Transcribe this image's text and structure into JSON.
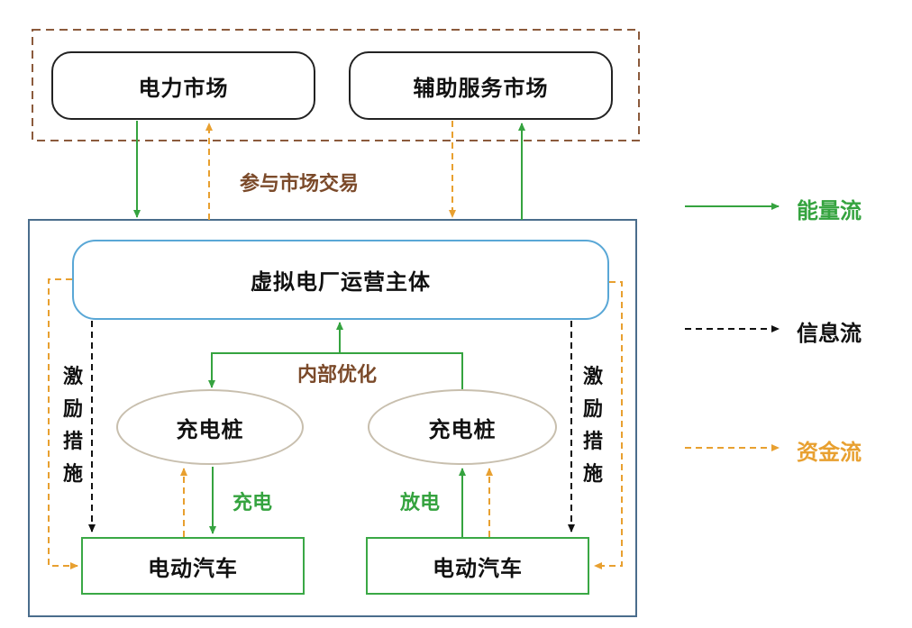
{
  "markets": {
    "power_market": "电力市场",
    "ancillary_market": "辅助服务市场",
    "participate_label": "参与市场交易"
  },
  "vpp": {
    "operator": "虚拟电厂运营主体",
    "internal_optimization": "内部优化",
    "incentive_left": "激励措施",
    "incentive_right": "激励措施"
  },
  "charging_piles": {
    "left": "充电桩",
    "right": "充电桩"
  },
  "flows": {
    "charge": "充电",
    "discharge": "放电"
  },
  "vehicles": {
    "left": "电动汽车",
    "right": "电动汽车"
  },
  "legend": {
    "energy_flow": "能量流",
    "info_flow": "信息流",
    "fund_flow": "资金流"
  },
  "colors": {
    "energy": "#35a33f",
    "info": "#111111",
    "fund": "#e8a030",
    "market_border": "#8b5a3c",
    "vpp_border": "#4a6d8c",
    "operator_border": "#59a7d6",
    "pile_border": "#c8bfae"
  }
}
